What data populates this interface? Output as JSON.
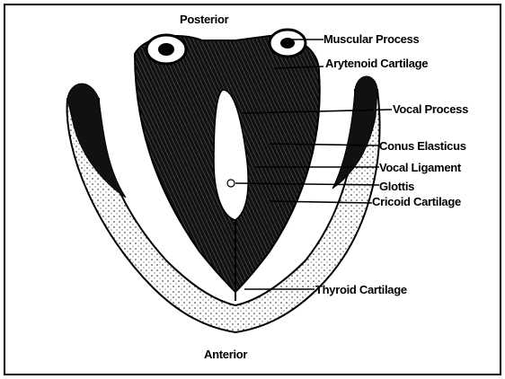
{
  "orientation": {
    "top": "Posterior",
    "bottom": "Anterior"
  },
  "labels": [
    {
      "id": "muscular-process",
      "text": "Muscular Process"
    },
    {
      "id": "arytenoid-cartilage",
      "text": "Arytenoid Cartilage"
    },
    {
      "id": "vocal-process",
      "text": "Vocal Process"
    },
    {
      "id": "conus-elasticus",
      "text": "Conus Elasticus"
    },
    {
      "id": "vocal-ligament",
      "text": "Vocal Ligament"
    },
    {
      "id": "glottis",
      "text": "Glottis"
    },
    {
      "id": "cricoid-cartilage",
      "text": "Cricoid Cartilage"
    },
    {
      "id": "thyroid-cartilage",
      "text": "Thyroid Cartilage"
    }
  ]
}
